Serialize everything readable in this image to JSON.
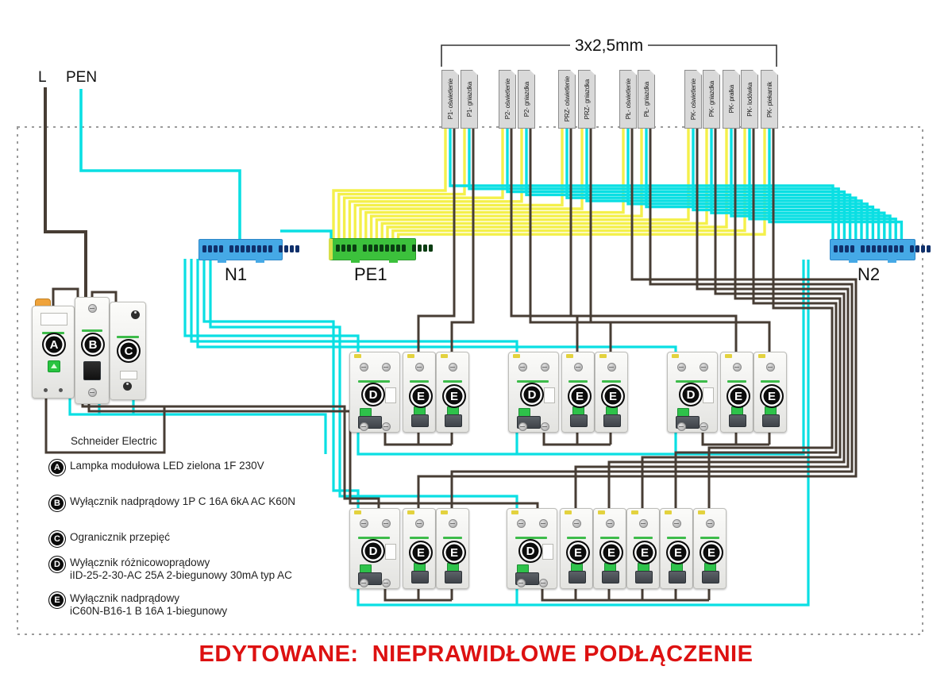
{
  "colors": {
    "phase_brown": "#473d34",
    "neutral_cyan": "#0adfe3",
    "pe_yellow": "#f4f04a",
    "enclosure_dash": "#9b9b9b",
    "warning_red": "#dd1111",
    "n_block_blue": "#45a9e6",
    "pe_block_green": "#3cc13c",
    "tag_gray": "#d9d9d9"
  },
  "incoming": {
    "l_label": "L",
    "pen_label": "PEN"
  },
  "cable_spec_label": "3x2,5mm",
  "cable_tags": [
    "P1- oświetlenie",
    "P1- gniazdka",
    "P2- oświetlenie",
    "P2- gniazdka",
    "PRZ- oświetlenie",
    "PRZ- gniazdka",
    "PŁ- oświetlenie",
    "PŁ- gniazdka",
    "PK- oświetlenie",
    "PK- gniazdka",
    "PK- pralka",
    "PK- lodówka",
    "PK- piekarnik"
  ],
  "terminal_blocks": {
    "n1_label": "N1",
    "pe1_label": "PE1",
    "n2_label": "N2"
  },
  "device_letters": {
    "lamp": "A",
    "main_breaker": "B",
    "surge": "C",
    "rcd": "D",
    "mcb": "E"
  },
  "legend": {
    "brand": "Schneider Electric",
    "items": [
      {
        "letter": "A",
        "lines": [
          "Lampka modułowa LED zielona 1F 230V"
        ]
      },
      {
        "letter": "B",
        "lines": [
          "Wyłącznik nadprądowy 1P C 16A 6kA AC K60N"
        ]
      },
      {
        "letter": "C",
        "lines": [
          "Ogranicznik przepięć"
        ]
      },
      {
        "letter": "D",
        "lines": [
          "Wyłącznik różnicowoprądowy",
          "iID-25-2-30-AC 25A 2-biegunowy 30mA typ AC"
        ]
      },
      {
        "letter": "E",
        "lines": [
          "Wyłącznik nadprądowy",
          "iC60N-B16-1 B 16A 1-biegunowy"
        ]
      }
    ]
  },
  "footer": {
    "warning": "EDYTOWANE:  NIEPRAWIDŁOWE PODŁĄCZENIE"
  }
}
